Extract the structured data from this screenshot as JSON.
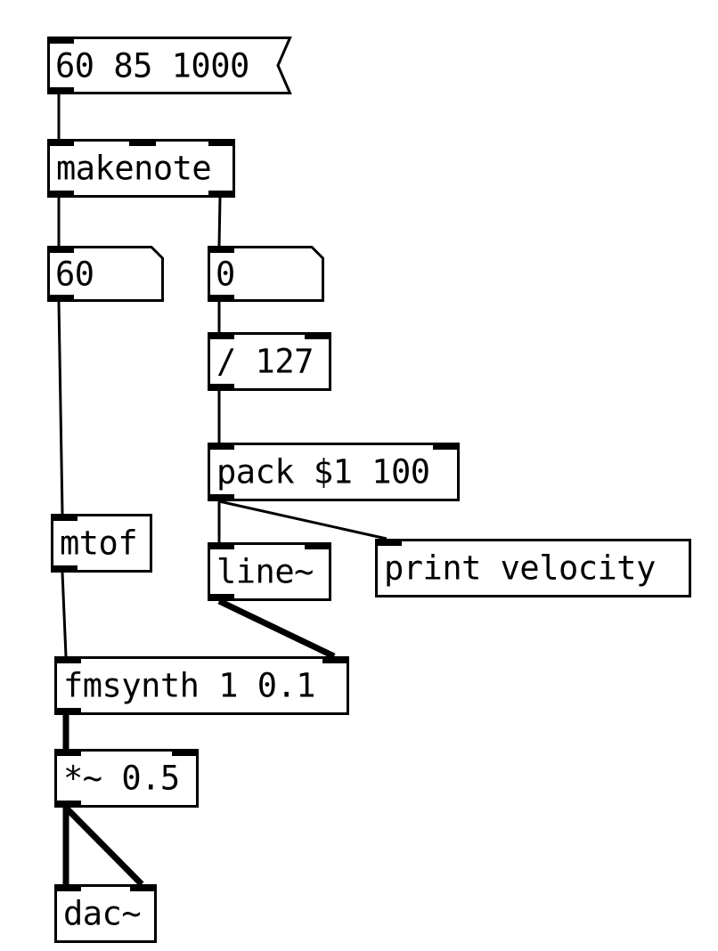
{
  "patch": {
    "objects": [
      {
        "id": "msg-60-85-1000",
        "kind": "message",
        "text": "60 85 1000"
      },
      {
        "id": "makenote",
        "kind": "object",
        "text": "makenote"
      },
      {
        "id": "numbox-pitch",
        "kind": "number",
        "text": "60"
      },
      {
        "id": "numbox-velocity",
        "kind": "number",
        "text": "0"
      },
      {
        "id": "div-127",
        "kind": "object",
        "text": "/ 127"
      },
      {
        "id": "pack",
        "kind": "object",
        "text": "pack $1 100"
      },
      {
        "id": "mtof",
        "kind": "object",
        "text": "mtof"
      },
      {
        "id": "line-tilde",
        "kind": "object",
        "text": "line~"
      },
      {
        "id": "print-velocity",
        "kind": "object",
        "text": "print velocity"
      },
      {
        "id": "fmsynth",
        "kind": "object",
        "text": "fmsynth 1 0.1"
      },
      {
        "id": "mul-tilde",
        "kind": "object",
        "text": "*~ 0.5"
      },
      {
        "id": "dac-tilde",
        "kind": "object",
        "text": "dac~"
      }
    ],
    "connections": [
      {
        "from": "msg-60-85-1000",
        "outlet": 0,
        "to": "makenote",
        "inlet": 0,
        "type": "control"
      },
      {
        "from": "makenote",
        "outlet": 0,
        "to": "numbox-pitch",
        "inlet": 0,
        "type": "control"
      },
      {
        "from": "makenote",
        "outlet": 1,
        "to": "numbox-velocity",
        "inlet": 0,
        "type": "control"
      },
      {
        "from": "numbox-velocity",
        "outlet": 0,
        "to": "div-127",
        "inlet": 0,
        "type": "control"
      },
      {
        "from": "div-127",
        "outlet": 0,
        "to": "pack",
        "inlet": 0,
        "type": "control"
      },
      {
        "from": "numbox-pitch",
        "outlet": 0,
        "to": "mtof",
        "inlet": 0,
        "type": "control"
      },
      {
        "from": "pack",
        "outlet": 0,
        "to": "line-tilde",
        "inlet": 0,
        "type": "control"
      },
      {
        "from": "pack",
        "outlet": 0,
        "to": "print-velocity",
        "inlet": 0,
        "type": "control"
      },
      {
        "from": "mtof",
        "outlet": 0,
        "to": "fmsynth",
        "inlet": 0,
        "type": "control"
      },
      {
        "from": "line-tilde",
        "outlet": 0,
        "to": "fmsynth",
        "inlet": 1,
        "type": "signal"
      },
      {
        "from": "fmsynth",
        "outlet": 0,
        "to": "mul-tilde",
        "inlet": 0,
        "type": "signal"
      },
      {
        "from": "mul-tilde",
        "outlet": 0,
        "to": "dac-tilde",
        "inlet": 0,
        "type": "signal"
      },
      {
        "from": "mul-tilde",
        "outlet": 0,
        "to": "dac-tilde",
        "inlet": 1,
        "type": "signal"
      }
    ]
  }
}
